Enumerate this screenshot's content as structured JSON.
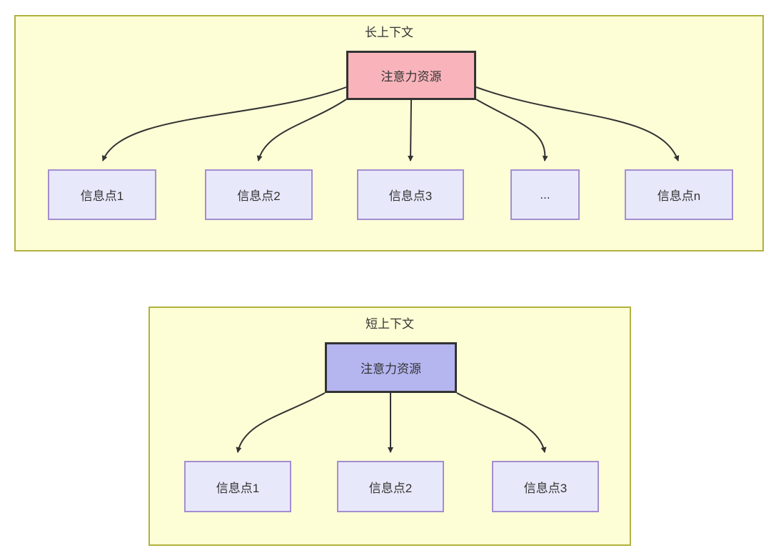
{
  "colors": {
    "panel_fill": "#fdfdd6",
    "panel_border": "#b1b13e",
    "attention_long_fill": "#f9b4bb",
    "attention_short_fill": "#b5b5f0",
    "attention_border": "#333333",
    "info_fill": "#e8e8fb",
    "info_border": "#a48ed1",
    "arrow": "#333333",
    "text": "#333333"
  },
  "long_context": {
    "title": "长上下文",
    "attention_label": "注意力资源",
    "info_nodes": [
      {
        "label": "信息点1"
      },
      {
        "label": "信息点2"
      },
      {
        "label": "信息点3"
      },
      {
        "label": "..."
      },
      {
        "label": "信息点n"
      }
    ]
  },
  "short_context": {
    "title": "短上下文",
    "attention_label": "注意力资源",
    "info_nodes": [
      {
        "label": "信息点1"
      },
      {
        "label": "信息点2"
      },
      {
        "label": "信息点3"
      }
    ]
  }
}
